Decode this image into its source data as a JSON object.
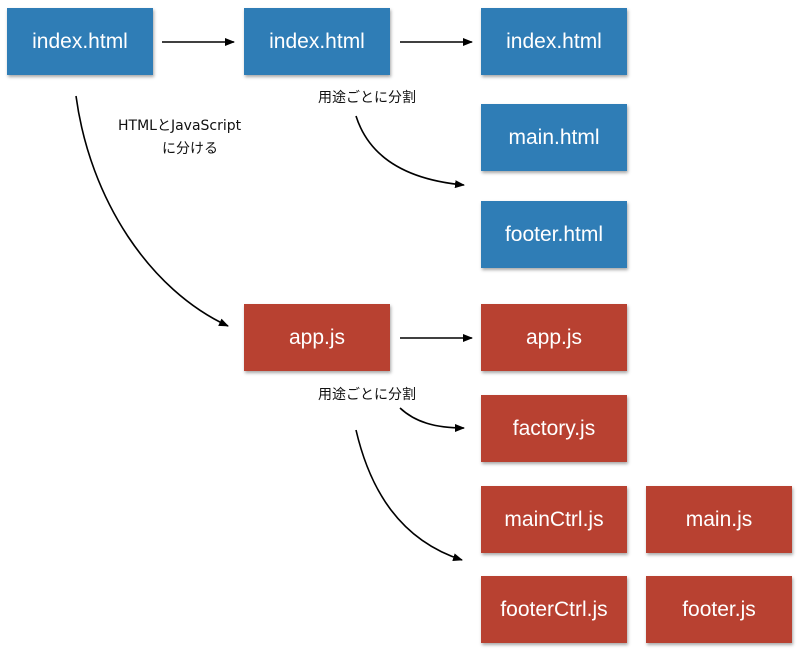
{
  "colors": {
    "html_box": "#2f7db6",
    "js_box": "#b84131",
    "arrow": "#000000"
  },
  "html_boxes": {
    "source": "index.html",
    "middle": "index.html",
    "split_1": "index.html",
    "split_2": "main.html",
    "split_3": "footer.html"
  },
  "js_boxes": {
    "source": "app.js",
    "split_1": "app.js",
    "split_2": "factory.js",
    "split_3": "mainCtrl.js",
    "split_4": "main.js",
    "split_5": "footerCtrl.js",
    "split_6": "footer.js"
  },
  "labels": {
    "html_js_line1": "HTMLとJavaScript",
    "html_js_line2": "に分ける",
    "split_by_use_html": "用途ごとに分割",
    "split_by_use_js": "用途ごとに分割"
  }
}
